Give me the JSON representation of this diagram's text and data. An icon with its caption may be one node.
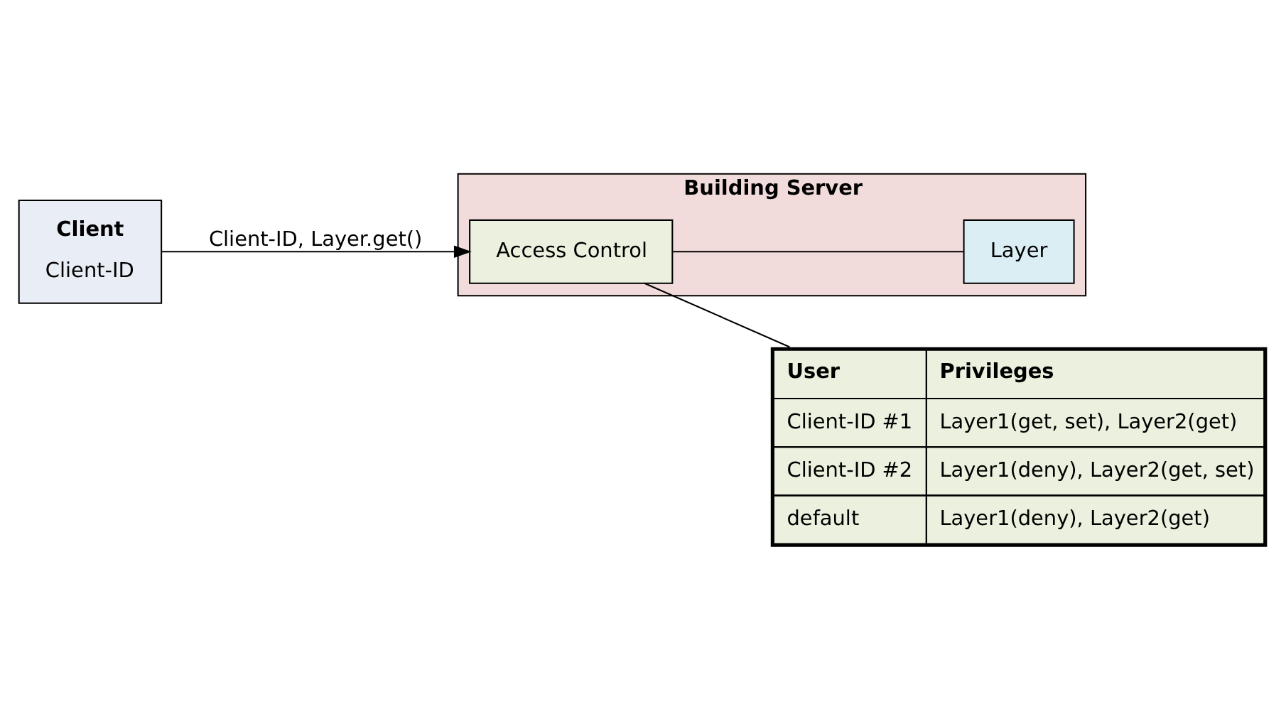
{
  "diagram": {
    "nodes": [
      {
        "text": [
          "Client",
          "Client-ID"
        ]
      },
      {
        "text": [
          "Building Server"
        ]
      },
      {
        "text": [
          "Access Control"
        ],
        "in": 1
      },
      {
        "text": [
          "Layer"
        ],
        "in": 1
      },
      {
        "text": [
          "User",
          "Privileges",
          "Client-ID #1",
          "Layer1(get, set), Layer2(get)",
          "Client-ID #2",
          "Layer1(deny), Layer2(get, set)",
          "default",
          "Layer1(deny), Layer2(get)"
        ]
      }
    ],
    "edges": [
      {
        "from": 0,
        "to": 2,
        "arrow": "to",
        "label": "Client-ID, Layer.get()"
      },
      {
        "from": 2,
        "to": 3,
        "arrow": "none"
      },
      {
        "from": 2,
        "to": 4,
        "arrow": "none"
      }
    ]
  }
}
